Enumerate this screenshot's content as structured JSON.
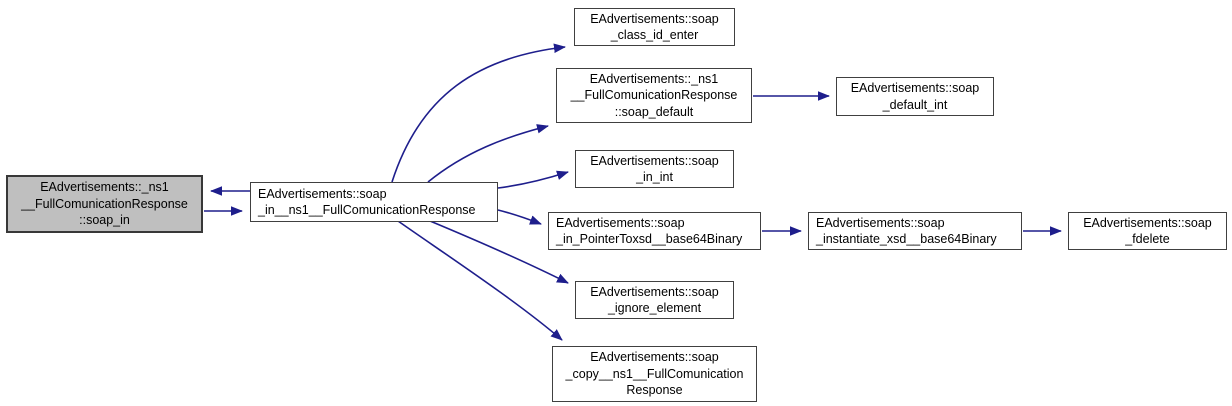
{
  "diagram_type": "doxygen-call-graph",
  "colors": {
    "background": "#ffffff",
    "edge": "#1e1e8c",
    "node_border": "#404040",
    "node_fill": "#ffffff",
    "highlight_fill": "#bfbfbf",
    "text": "#000000"
  },
  "nodes": [
    {
      "id": "soap_in",
      "highlighted": true,
      "lines": [
        "EAdvertisements::_ns1",
        "__FullComunicationResponse",
        "::soap_in"
      ]
    },
    {
      "id": "soap_in__ns1__FullComunicationResponse",
      "highlighted": false,
      "lines": [
        "EAdvertisements::soap",
        "_in__ns1__FullComunicationResponse"
      ]
    },
    {
      "id": "soap_class_id_enter",
      "highlighted": false,
      "lines": [
        "EAdvertisements::soap",
        "_class_id_enter"
      ]
    },
    {
      "id": "soap_default",
      "highlighted": false,
      "lines": [
        "EAdvertisements::_ns1",
        "__FullComunicationResponse",
        "::soap_default"
      ]
    },
    {
      "id": "soap_default_int",
      "highlighted": false,
      "lines": [
        "EAdvertisements::soap",
        "_default_int"
      ]
    },
    {
      "id": "soap_in_int",
      "highlighted": false,
      "lines": [
        "EAdvertisements::soap",
        "_in_int"
      ]
    },
    {
      "id": "soap_in_PointerToxsd__base64Binary",
      "highlighted": false,
      "lines": [
        "EAdvertisements::soap",
        "_in_PointerToxsd__base64Binary"
      ]
    },
    {
      "id": "soap_instantiate_xsd__base64Binary",
      "highlighted": false,
      "lines": [
        "EAdvertisements::soap",
        "_instantiate_xsd__base64Binary"
      ]
    },
    {
      "id": "soap_fdelete",
      "highlighted": false,
      "lines": [
        "EAdvertisements::soap",
        "_fdelete"
      ]
    },
    {
      "id": "soap_ignore_element",
      "highlighted": false,
      "lines": [
        "EAdvertisements::soap",
        "_ignore_element"
      ]
    },
    {
      "id": "soap_copy__ns1__FullComunicationResponse",
      "highlighted": false,
      "lines": [
        "EAdvertisements::soap",
        "_copy__ns1__FullComunication",
        "Response"
      ]
    }
  ],
  "edges": [
    {
      "from": "soap_in__ns1__FullComunicationResponse",
      "to": "soap_in"
    },
    {
      "from": "soap_in",
      "to": "soap_in__ns1__FullComunicationResponse"
    },
    {
      "from": "soap_in__ns1__FullComunicationResponse",
      "to": "soap_class_id_enter"
    },
    {
      "from": "soap_in__ns1__FullComunicationResponse",
      "to": "soap_default"
    },
    {
      "from": "soap_in__ns1__FullComunicationResponse",
      "to": "soap_in_int"
    },
    {
      "from": "soap_in__ns1__FullComunicationResponse",
      "to": "soap_in_PointerToxsd__base64Binary"
    },
    {
      "from": "soap_in__ns1__FullComunicationResponse",
      "to": "soap_ignore_element"
    },
    {
      "from": "soap_in__ns1__FullComunicationResponse",
      "to": "soap_copy__ns1__FullComunicationResponse"
    },
    {
      "from": "soap_default",
      "to": "soap_default_int"
    },
    {
      "from": "soap_in_PointerToxsd__base64Binary",
      "to": "soap_instantiate_xsd__base64Binary"
    },
    {
      "from": "soap_instantiate_xsd__base64Binary",
      "to": "soap_fdelete"
    }
  ]
}
